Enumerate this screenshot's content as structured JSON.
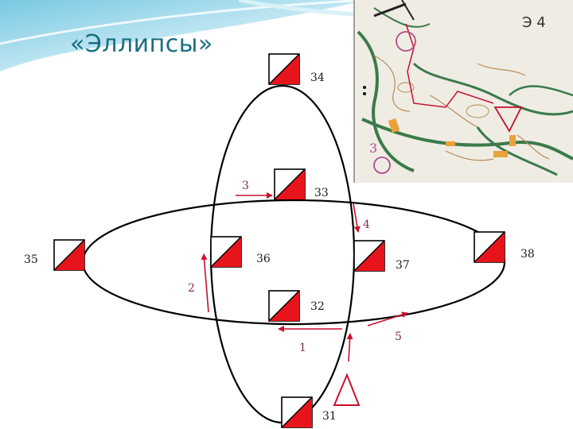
{
  "slide": {
    "title": "«Эллипсы»"
  },
  "map": {
    "sheet_label": "Э 4",
    "control_number": "3"
  },
  "controls": [
    {
      "id": "c34",
      "label": "34"
    },
    {
      "id": "c33",
      "label": "33"
    },
    {
      "id": "c35",
      "label": "35"
    },
    {
      "id": "c36",
      "label": "36"
    },
    {
      "id": "c37",
      "label": "37"
    },
    {
      "id": "c38",
      "label": "38"
    },
    {
      "id": "c32",
      "label": "32"
    },
    {
      "id": "c31",
      "label": "31"
    }
  ],
  "legs": [
    {
      "id": "leg1",
      "label": "1"
    },
    {
      "id": "leg2",
      "label": "2"
    },
    {
      "id": "leg3",
      "label": "3"
    },
    {
      "id": "leg4",
      "label": "4"
    },
    {
      "id": "leg5",
      "label": "5"
    }
  ],
  "colors": {
    "marker_red": "#e8141b",
    "arrow_red": "#c8102e",
    "title_teal": "#1a6e84",
    "ellipse_stroke": "#000000",
    "start_triangle": "#c8102e",
    "leg_label": "#7a2d4a"
  }
}
